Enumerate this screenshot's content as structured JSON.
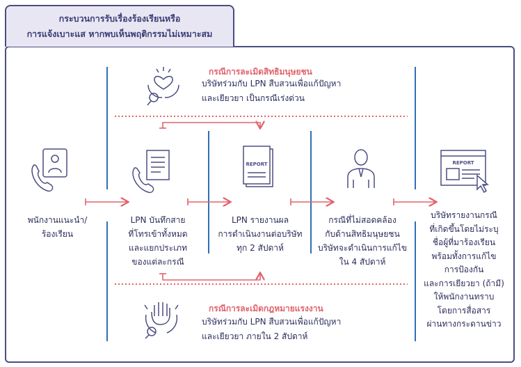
{
  "title": {
    "line1": "กระบวนการรับเรื่องร้องเรียนหรือ",
    "line2": "การแจ้งเบาะแส หากพบเห็นพฤติกรรมไม่เหมาะสม"
  },
  "top_case": {
    "title": "กรณีการละเมิดสิทธิมนุษยชน",
    "line1": "บริษัทร่วมกับ LPN สืบสวนเพื่อแก้ปัญหา",
    "line2": "และเยียวยา เป็นกรณีเร่งด่วน"
  },
  "bottom_case": {
    "title": "กรณีการละเมิดกฎหมายแรงงาน",
    "line1": "บริษัทร่วมกับ LPN สืบสวนเพื่อแก้ปัญหา",
    "line2": "และเยียวยา ภายใน 2 สัปดาห์"
  },
  "steps": [
    {
      "icon": "phone-complaint-icon",
      "lines": [
        "พนักงานแนะนำ/",
        "ร้องเรียน"
      ]
    },
    {
      "icon": "phone-document-icon",
      "lines": [
        "LPN บันทึกสาย",
        "ที่โทรเข้าทั้งหมด",
        "และแยกประเภท",
        "ของแต่ละกรณี"
      ]
    },
    {
      "icon": "report-document-icon",
      "lines": [
        "LPN รายงานผล",
        "การดำเนินงานต่อบริษัท",
        "ทุก 2 สัปดาห์"
      ]
    },
    {
      "icon": "person-icon",
      "lines": [
        "กรณีที่ไม่สอดคล้อง",
        "กับด้านสิทธิมนุษยชน",
        "บริษัทจะดำเนินการแก้ไข",
        "ใน 4 สัปดาห์"
      ]
    },
    {
      "icon": "report-screen-icon",
      "lines": [
        "บริษัทรายงานกรณี",
        "ที่เกิดขึ้นโดยไม่ระบุ",
        "ชื่อผู้ที่มาร้องเรียน",
        "พร้อมทั้งการแก้ไข",
        "การป้องกัน",
        "และการเยียวยา (ถ้ามี)",
        "ให้พนักงานทราบ",
        "โดยการสื่อสาร",
        "ผ่านทางกระดานข่าว"
      ]
    }
  ],
  "icon_labels": {
    "report": "REPORT"
  },
  "colors": {
    "border": "#4a4d82",
    "vline": "#2f6fb5",
    "arrow": "#e0636c",
    "title_bg": "#e9e6f3"
  }
}
